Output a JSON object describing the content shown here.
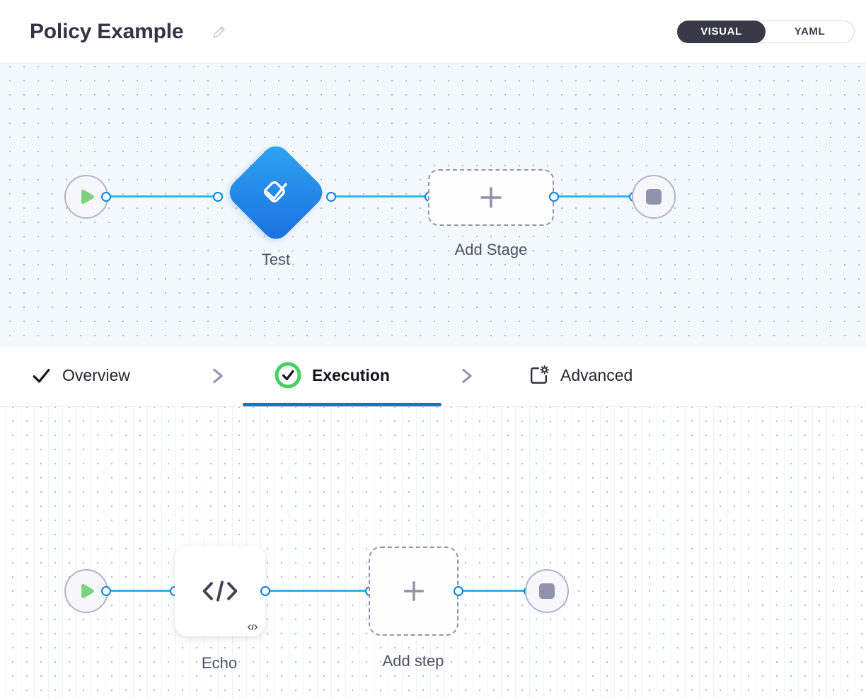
{
  "header": {
    "title": "Policy Example",
    "edit_icon": "pencil-icon",
    "view_toggle": {
      "visual_label": "VISUAL",
      "yaml_label": "YAML",
      "selected": "VISUAL"
    }
  },
  "stage_pipeline": {
    "start_node": {
      "icon": "play-icon"
    },
    "stage_node": {
      "label": "Test",
      "icon": "policy-check-icon",
      "shape": "diamond"
    },
    "add_node": {
      "label": "Add Stage",
      "icon": "plus-icon"
    },
    "end_node": {
      "icon": "stop-icon"
    }
  },
  "tabs": {
    "overview": {
      "label": "Overview",
      "icon": "check-icon",
      "active": false
    },
    "execution": {
      "label": "Execution",
      "icon": "check-circle-icon",
      "active": true
    },
    "advanced": {
      "label": "Advanced",
      "icon": "advanced-gear-icon",
      "active": false
    }
  },
  "step_pipeline": {
    "start_node": {
      "icon": "play-icon"
    },
    "step_node": {
      "label": "Echo",
      "icon": "code-icon",
      "badge_icon": "code-icon"
    },
    "add_node": {
      "label": "Add step",
      "icon": "plus-icon"
    },
    "end_node": {
      "icon": "stop-icon"
    }
  },
  "colors": {
    "accent_blue": "#0b79cd",
    "connector_blue": "#2db4f0",
    "anchor_blue": "#0b83d9",
    "stage_gradient_top": "#2fa5f2",
    "stage_gradient_bottom": "#1a6fde",
    "success_green": "#43cf61",
    "play_green": "#79d37f",
    "toggle_dark": "#383946",
    "stage_canvas_bg": "#f3f8fc",
    "step_canvas_bg": "#ffffff"
  }
}
